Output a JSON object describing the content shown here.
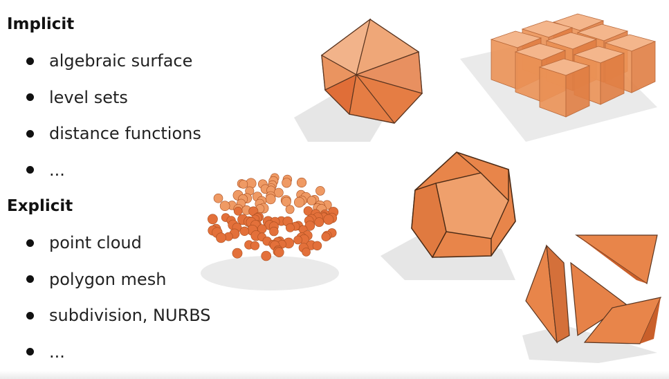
{
  "implicit": {
    "title": "Implicit",
    "items": [
      "algebraic surface",
      "level sets",
      "distance functions",
      "..."
    ]
  },
  "explicit": {
    "title": "Explicit",
    "items": [
      "point cloud",
      "polygon mesh",
      "subdivision, NURBS",
      "..."
    ]
  },
  "colors": {
    "orange_light": "#f0a06a",
    "orange_mid": "#e8854a",
    "orange_dark": "#d96a30",
    "shadow": "#d9d9d9"
  }
}
